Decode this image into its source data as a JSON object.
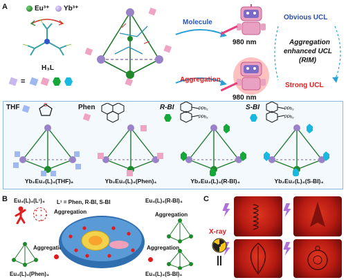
{
  "panels": {
    "a": "A",
    "b": "B",
    "c": "C"
  },
  "legend": {
    "eu": "Eu³⁺",
    "yb": "Yb³⁺"
  },
  "ligand": {
    "label": "H₃L"
  },
  "equals": "=",
  "flow": {
    "molecule": "Molecule",
    "aggregation": "Aggregation",
    "wavelength_top": "980 nm",
    "wavelength_bottom": "980 nm",
    "obvious": "Obvious UCL",
    "middle_l1": "Aggregation",
    "middle_l2": "enhanced UCL",
    "middle_l3": "(RIM)",
    "strong": "Strong UCL"
  },
  "guests": {
    "thf": "THF",
    "phen": "Phen",
    "rbi": "R-BI",
    "sbi": "S-BI"
  },
  "compounds": {
    "c1": "Yb₂Eu₂(L)₄(THF)₈",
    "c2": "Yb₂Eu₂(L)₄(Phen)₄",
    "c3": "Yb₂Eu₂(L)₄(R-BI)₄",
    "c4": "Yb₂Eu₂(L)₄(S-BI)₄"
  },
  "panel_b": {
    "top_left_formula": "Eu₄(L)₄(L¹)₄",
    "ligand_def": "L¹ = Phen, R-BI, S-BI",
    "agg_label_1": "Aggregation",
    "agg_label_2": "Aggregation",
    "agg_label_3": "Aggregation",
    "agg_label_4": "Aggregation",
    "tr_formula": "Eu₄(L)₄(R-BI)₄",
    "bl_formula": "Eu₄(L)₄(Phen)₄",
    "br_formula": "Eu₄(L)₄(S-BI)₄"
  },
  "panel_c": {
    "xray": "X-ray"
  },
  "colors": {
    "eu": "#1e8a2c",
    "yb": "#9a82c8",
    "aggregation": "#e01b1b",
    "molecule": "#2255cc"
  }
}
